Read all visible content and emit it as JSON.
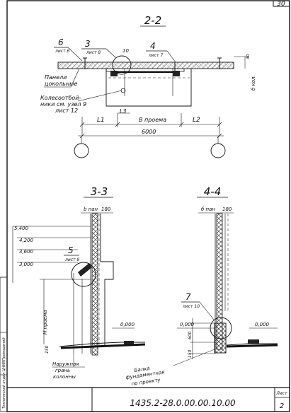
{
  "sheet": {
    "page_no": "30",
    "doc_code": "1435.2-28.0.00.00.10.00",
    "sheet_label": "Лист",
    "sheet_no": "2",
    "side_text": "Технический отдел ЦНИИПромзданий"
  },
  "section_2_2": {
    "title": "2-2",
    "callout_6_num": "6",
    "callout_6_sheet": "лист 6",
    "callout_3_num": "3",
    "callout_3_sheet": "лист 8",
    "callout_4_num": "4",
    "callout_4_sheet": "лист 7",
    "dim_10": "10",
    "dim_30": "30",
    "note_panels_1": "Панели",
    "note_panels_2": "цокольные",
    "note_wheel_1": "Колесоотбой-",
    "note_wheel_2": "ники см. узел 9",
    "note_wheel_3": "лист 12",
    "dim_L1": "L1",
    "dim_L3": "L3",
    "dim_gate": "В проема",
    "dim_L2": "L2",
    "dim_6000": "6000",
    "dim_b_col": "б кол."
  },
  "section_3_3": {
    "title": "3-3",
    "top_label": "b пан",
    "top_dim": "180",
    "elev_1": "5,400",
    "elev_2": "4,200",
    "elev_3": "3,600",
    "elev_4": "3,000",
    "elev_5": "0,000",
    "callout_5_num": "5",
    "callout_5_sheet": "лист 8",
    "h_label": "Н проема",
    "dim_150": "150",
    "note_beam_1": "Наружная",
    "note_beam_2": "грань",
    "note_beam_3": "колонны"
  },
  "section_4_4": {
    "title": "4-4",
    "top_label": "б пан",
    "top_dim": "180",
    "callout_7_num": "7",
    "callout_7_sheet": "лист 10",
    "elev_1": "0,000",
    "elev_2": "0,000",
    "dim_600": "600",
    "dim_150": "150",
    "note_found_1": "Балка",
    "note_found_2": "фундаментная",
    "note_found_3": "по проекту"
  }
}
